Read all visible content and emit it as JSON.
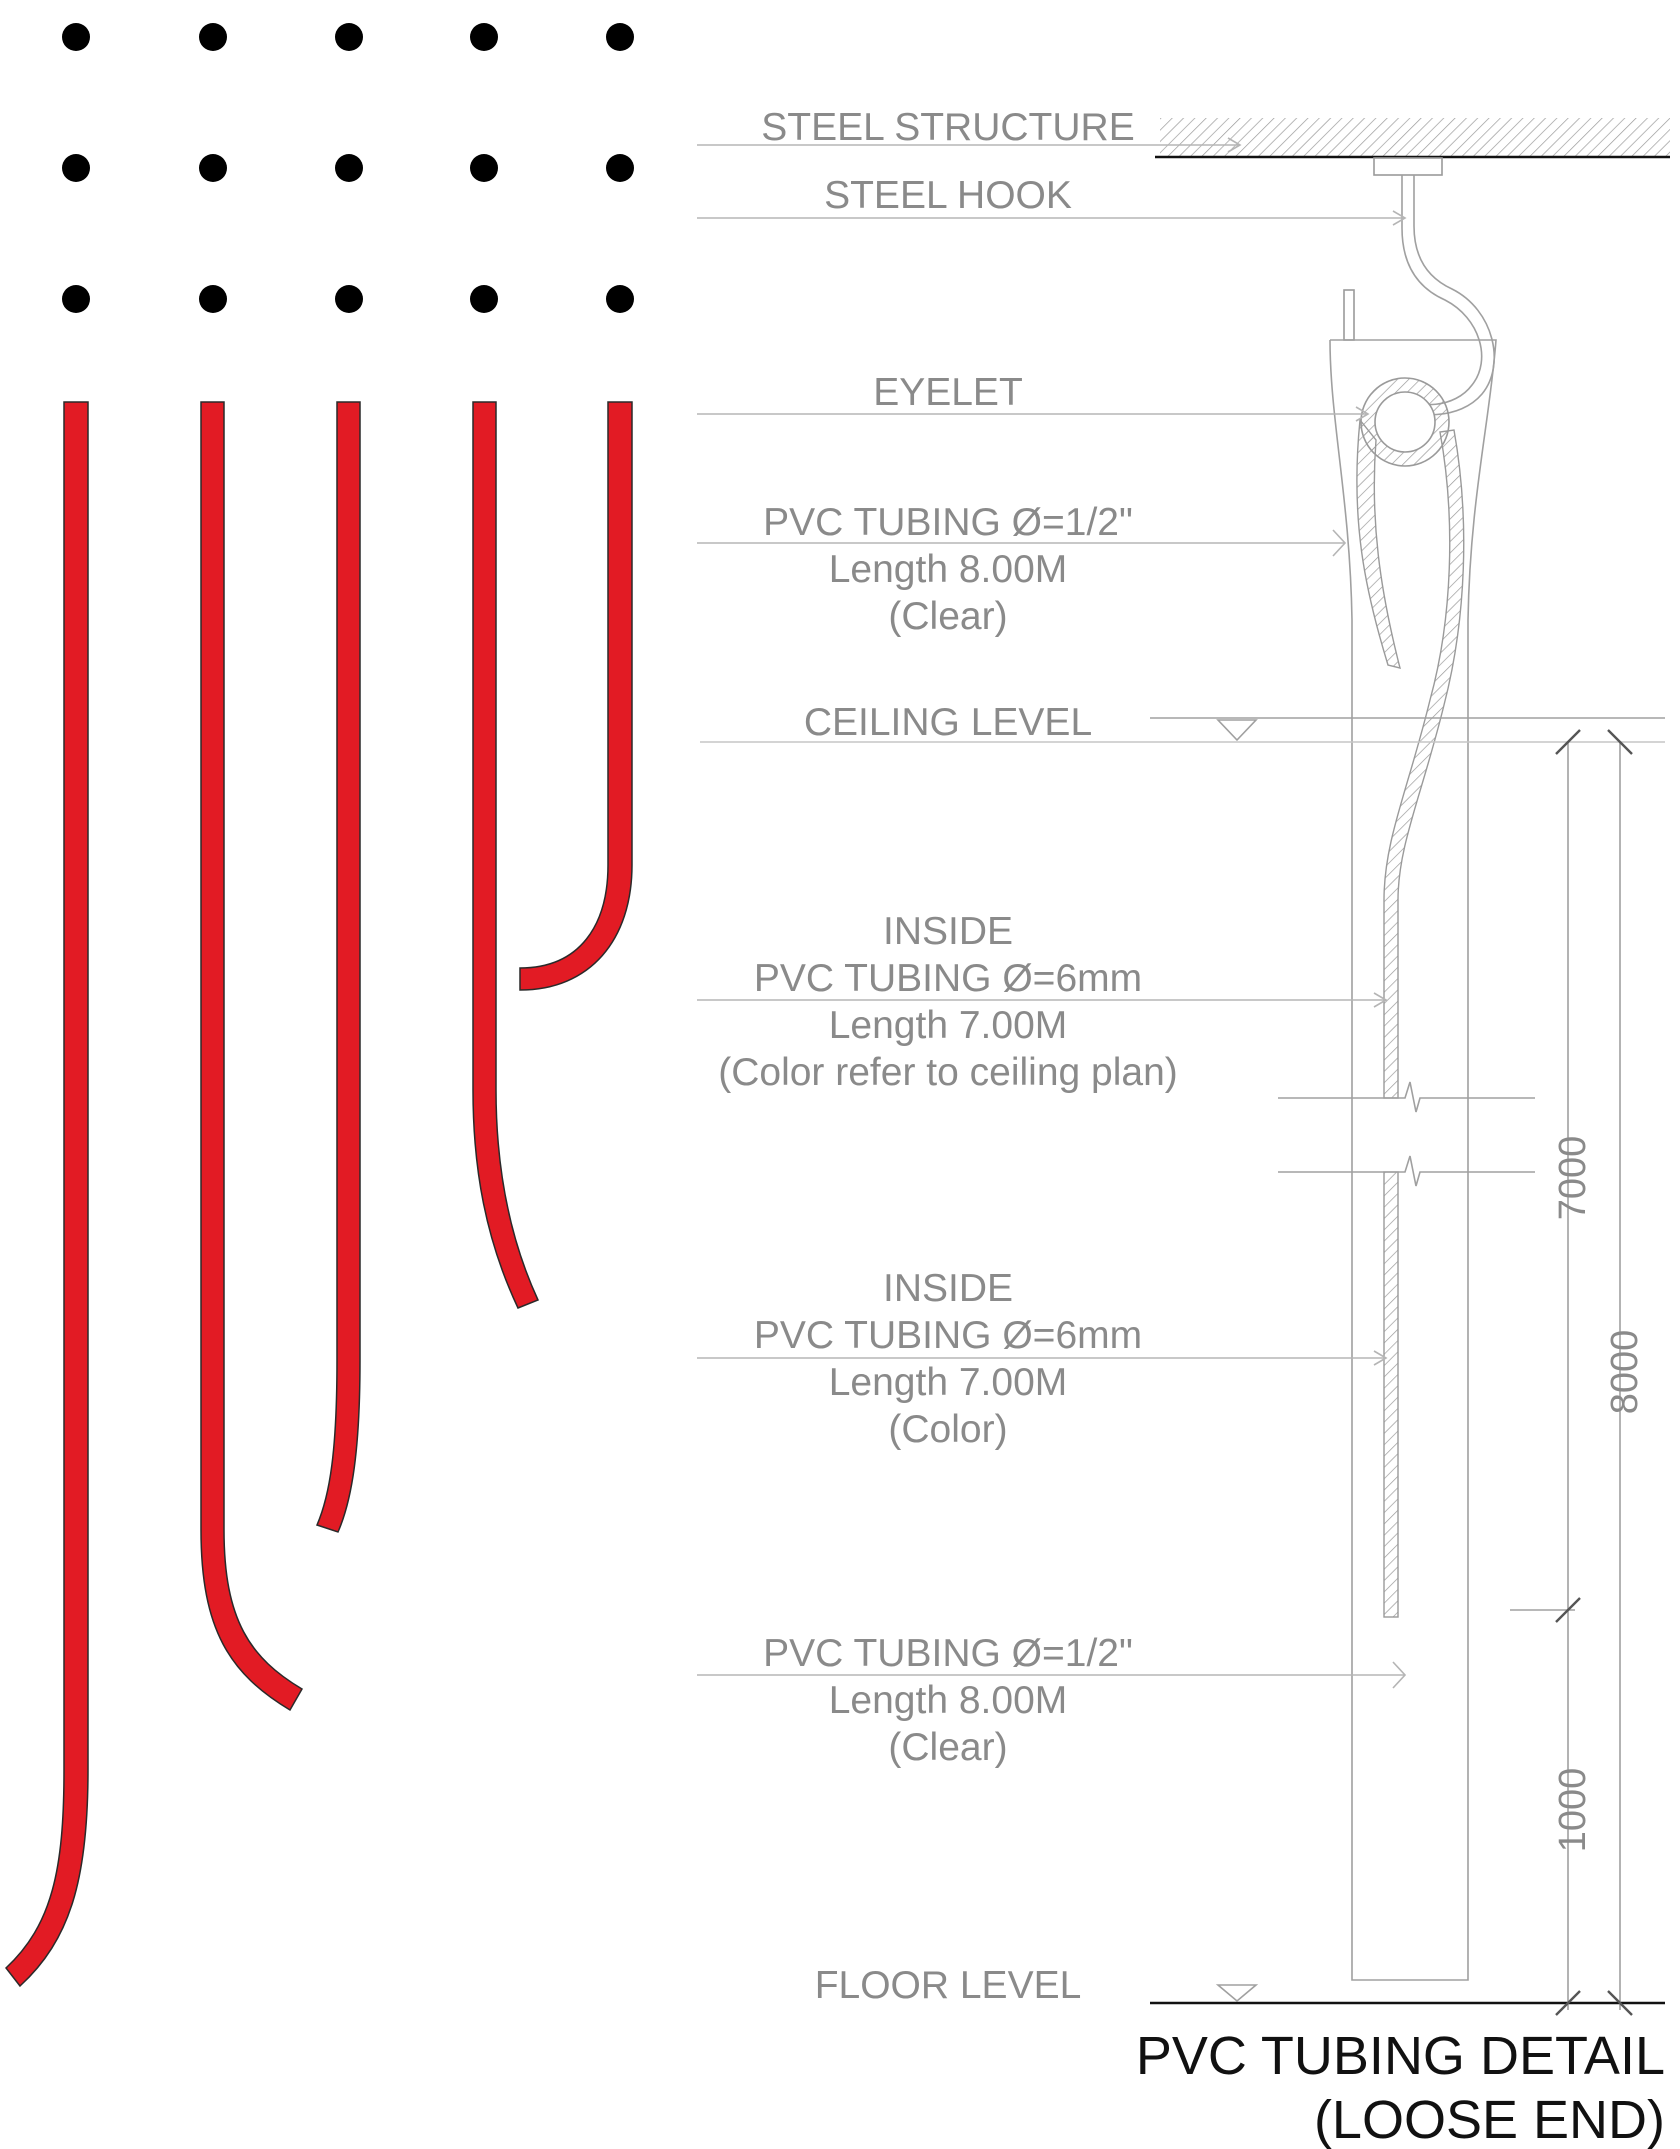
{
  "labels": {
    "steel_structure": "STEEL STRUCTURE",
    "steel_hook": "STEEL HOOK",
    "eyelet": "EYELET",
    "pvc_outer_top": [
      "PVC TUBING Ø=1/2\"",
      "Length 8.00M",
      "(Clear)"
    ],
    "ceiling_level": "CEILING LEVEL",
    "inside_1": [
      "INSIDE",
      "PVC TUBING Ø=6mm",
      "Length 7.00M",
      "(Color refer to ceiling plan)"
    ],
    "inside_2": [
      "INSIDE",
      "PVC TUBING Ø=6mm",
      "Length 7.00M",
      "(Color)"
    ],
    "pvc_outer_bottom": [
      "PVC TUBING Ø=1/2\"",
      "Length 8.00M",
      "(Clear)"
    ],
    "floor_level": "FLOOR LEVEL"
  },
  "dimensions": {
    "d7000": "7000",
    "d8000": "8000",
    "d1000": "1000"
  },
  "title": {
    "line1": "PVC TUBING DETAIL",
    "line2": "(LOOSE END)"
  },
  "colors": {
    "tube_red": "#e21b24",
    "dot_black": "#000000",
    "label_gray": "#8a8a8a"
  }
}
